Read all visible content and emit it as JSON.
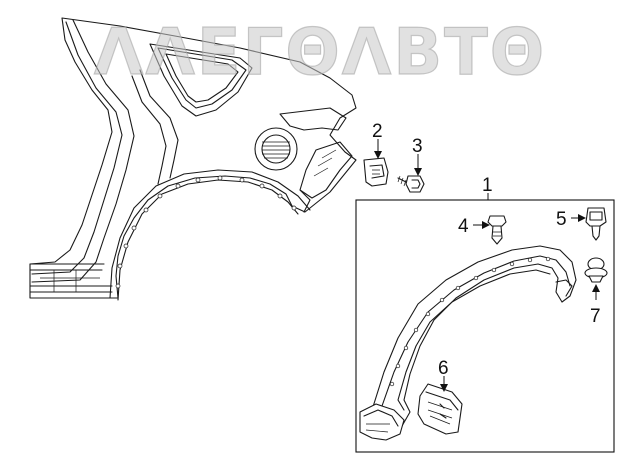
{
  "watermark": {
    "text": "ΛΛΕΓΘΛΒΤΘ"
  },
  "callouts": [
    {
      "id": "1",
      "label": "1"
    },
    {
      "id": "2",
      "label": "2"
    },
    {
      "id": "3",
      "label": "3"
    },
    {
      "id": "4",
      "label": "4"
    },
    {
      "id": "5",
      "label": "5"
    },
    {
      "id": "6",
      "label": "6"
    },
    {
      "id": "7",
      "label": "7"
    }
  ]
}
